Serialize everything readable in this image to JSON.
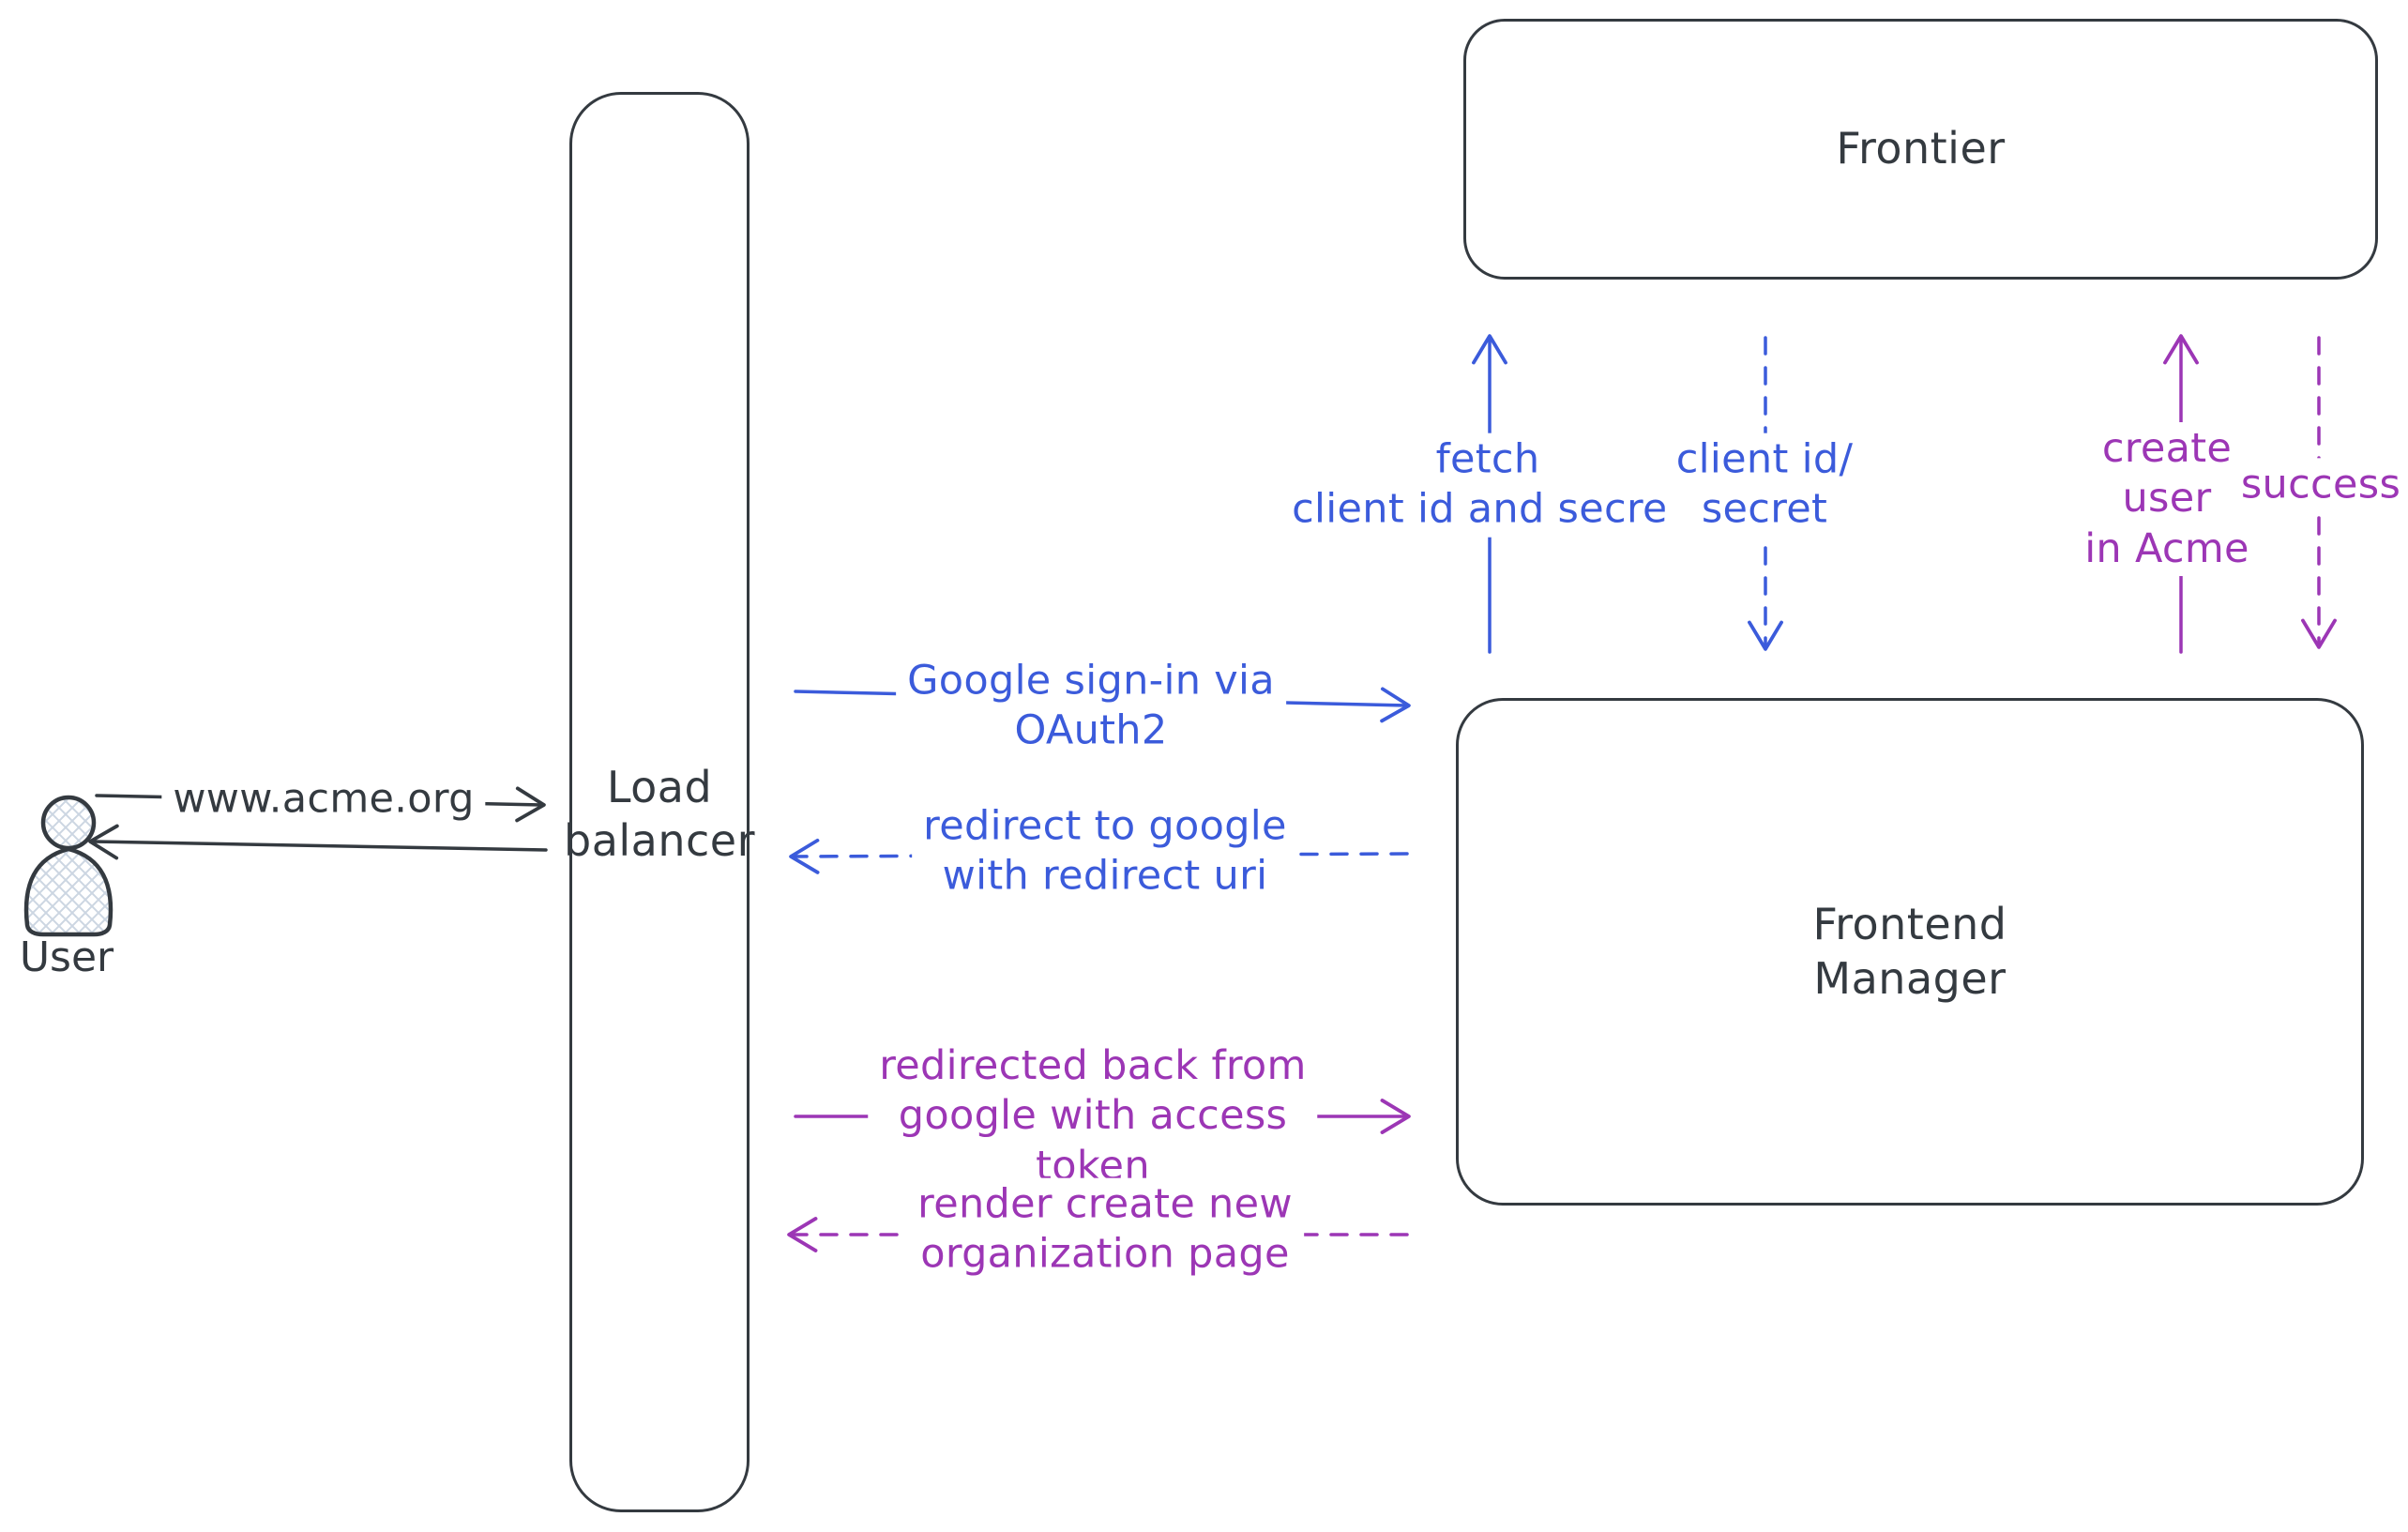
{
  "colors": {
    "ink": "#343a40",
    "blue": "#3b5bdb",
    "purple": "#9c36b5",
    "hatch": "#ccd6e2",
    "canvas_bg": "#ffffff"
  },
  "nodes": {
    "user": {
      "label": "User",
      "type": "actor"
    },
    "load_balancer": {
      "label": "Load\nbalancer",
      "type": "box"
    },
    "frontier": {
      "label": "Frontier",
      "type": "box"
    },
    "frontend_manager": {
      "label": "Frontend\nManager",
      "type": "box"
    }
  },
  "flows": [
    {
      "from": "User",
      "to": "Load balancer",
      "label": "www.acme.org",
      "style": "solid",
      "color": "ink"
    },
    {
      "from": "Load balancer",
      "to": "User",
      "label": "",
      "style": "solid",
      "color": "ink"
    },
    {
      "from": "Load balancer",
      "to": "Frontend Manager",
      "label": "Google sign-in via\nOAuth2",
      "style": "solid",
      "color": "blue"
    },
    {
      "from": "Frontend Manager",
      "to": "Load balancer",
      "label": "redirect to google\nwith redirect uri",
      "style": "dashed",
      "color": "blue"
    },
    {
      "from": "Frontend Manager",
      "to": "Frontier",
      "label": "fetch\nclient id and secret",
      "style": "solid",
      "color": "blue"
    },
    {
      "from": "Frontier",
      "to": "Frontend Manager",
      "label": "client id/\nsecret",
      "style": "dashed",
      "color": "blue"
    },
    {
      "from": "Frontend Manager",
      "to": "Frontier",
      "label": "create user\nin Acme",
      "style": "solid",
      "color": "purple"
    },
    {
      "from": "Frontier",
      "to": "Frontend Manager",
      "label": "success",
      "style": "dashed",
      "color": "purple"
    },
    {
      "from": "Load balancer",
      "to": "Frontend Manager",
      "label": "redirected back from\ngoogle with access\ntoken",
      "style": "solid",
      "color": "purple"
    },
    {
      "from": "Frontend Manager",
      "to": "Load balancer",
      "label": "render create new\norganization page",
      "style": "dashed",
      "color": "purple"
    }
  ]
}
